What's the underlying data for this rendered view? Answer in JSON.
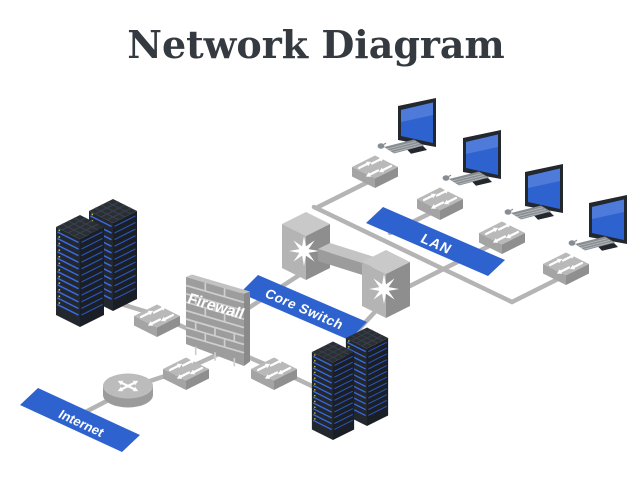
{
  "title": "Network Diagram",
  "labels": {
    "internet": "Internet",
    "firewall": "Firewall",
    "core_switch": "Core Switch",
    "lan": "LAN"
  },
  "colors": {
    "background": "#ffffff",
    "title_text": "#343a40",
    "ribbon_blue": "#2e63cf",
    "connection_line": "#b4b4b4",
    "device_gray_top": "#b9b9b9",
    "device_gray_side": "#8f8f8f",
    "rack_dark": "#23272e",
    "rack_stripe_blue": "#3a6ae0",
    "monitor_screen_blue": "#2e63cf",
    "label_text": "#ffffff"
  },
  "diagram": {
    "nodes": [
      {
        "id": "internet-zone",
        "type": "zone-ribbon",
        "label": "Internet"
      },
      {
        "id": "router-1",
        "type": "router",
        "icon": "router-arrows-icon"
      },
      {
        "id": "switch-edge",
        "type": "switch",
        "icon": "switch-arrows-icon"
      },
      {
        "id": "firewall-1",
        "type": "firewall-brick-wall",
        "label": "Firewall"
      },
      {
        "id": "switch-inside",
        "type": "switch",
        "icon": "switch-arrows-icon"
      },
      {
        "id": "switch-servers-left",
        "type": "switch",
        "icon": "switch-arrows-icon"
      },
      {
        "id": "server-rack-pair-left",
        "type": "server-racks"
      },
      {
        "id": "server-rack-pair-bottom",
        "type": "server-racks"
      },
      {
        "id": "core-switch-1",
        "type": "multilayer-switch",
        "icon": "starburst-icon"
      },
      {
        "id": "core-switch-2",
        "type": "multilayer-switch",
        "icon": "starburst-icon"
      },
      {
        "id": "core-switch-zone",
        "type": "zone-ribbon",
        "label": "Core Switch"
      },
      {
        "id": "lan-zone",
        "type": "zone-ribbon",
        "label": "LAN"
      },
      {
        "id": "access-switch-1",
        "type": "switch"
      },
      {
        "id": "access-switch-2",
        "type": "switch"
      },
      {
        "id": "access-switch-3",
        "type": "switch"
      },
      {
        "id": "access-switch-4",
        "type": "switch"
      },
      {
        "id": "workstation-1",
        "type": "workstation"
      },
      {
        "id": "workstation-2",
        "type": "workstation"
      },
      {
        "id": "workstation-3",
        "type": "workstation"
      },
      {
        "id": "workstation-4",
        "type": "workstation"
      }
    ],
    "edges": [
      [
        "internet-zone",
        "router-1"
      ],
      [
        "router-1",
        "switch-edge"
      ],
      [
        "switch-edge",
        "firewall-1"
      ],
      [
        "firewall-1",
        "switch-inside"
      ],
      [
        "switch-inside",
        "server-rack-pair-bottom"
      ],
      [
        "server-rack-pair-left",
        "switch-servers-left"
      ],
      [
        "switch-servers-left",
        "firewall-1"
      ],
      [
        "firewall-1",
        "core-switch-1"
      ],
      [
        "core-switch-1",
        "core-switch-2"
      ],
      [
        "core-switch-2",
        "server-rack-pair-bottom"
      ],
      [
        "core-switch-1",
        "access-switch-1"
      ],
      [
        "core-switch-1",
        "access-switch-4"
      ],
      [
        "core-switch-2",
        "access-switch-3"
      ],
      [
        "access-switch-2",
        "core-switch-1"
      ],
      [
        "access-switch-1",
        "workstation-1"
      ],
      [
        "access-switch-2",
        "workstation-2"
      ],
      [
        "access-switch-3",
        "workstation-3"
      ],
      [
        "access-switch-4",
        "workstation-4"
      ]
    ]
  }
}
